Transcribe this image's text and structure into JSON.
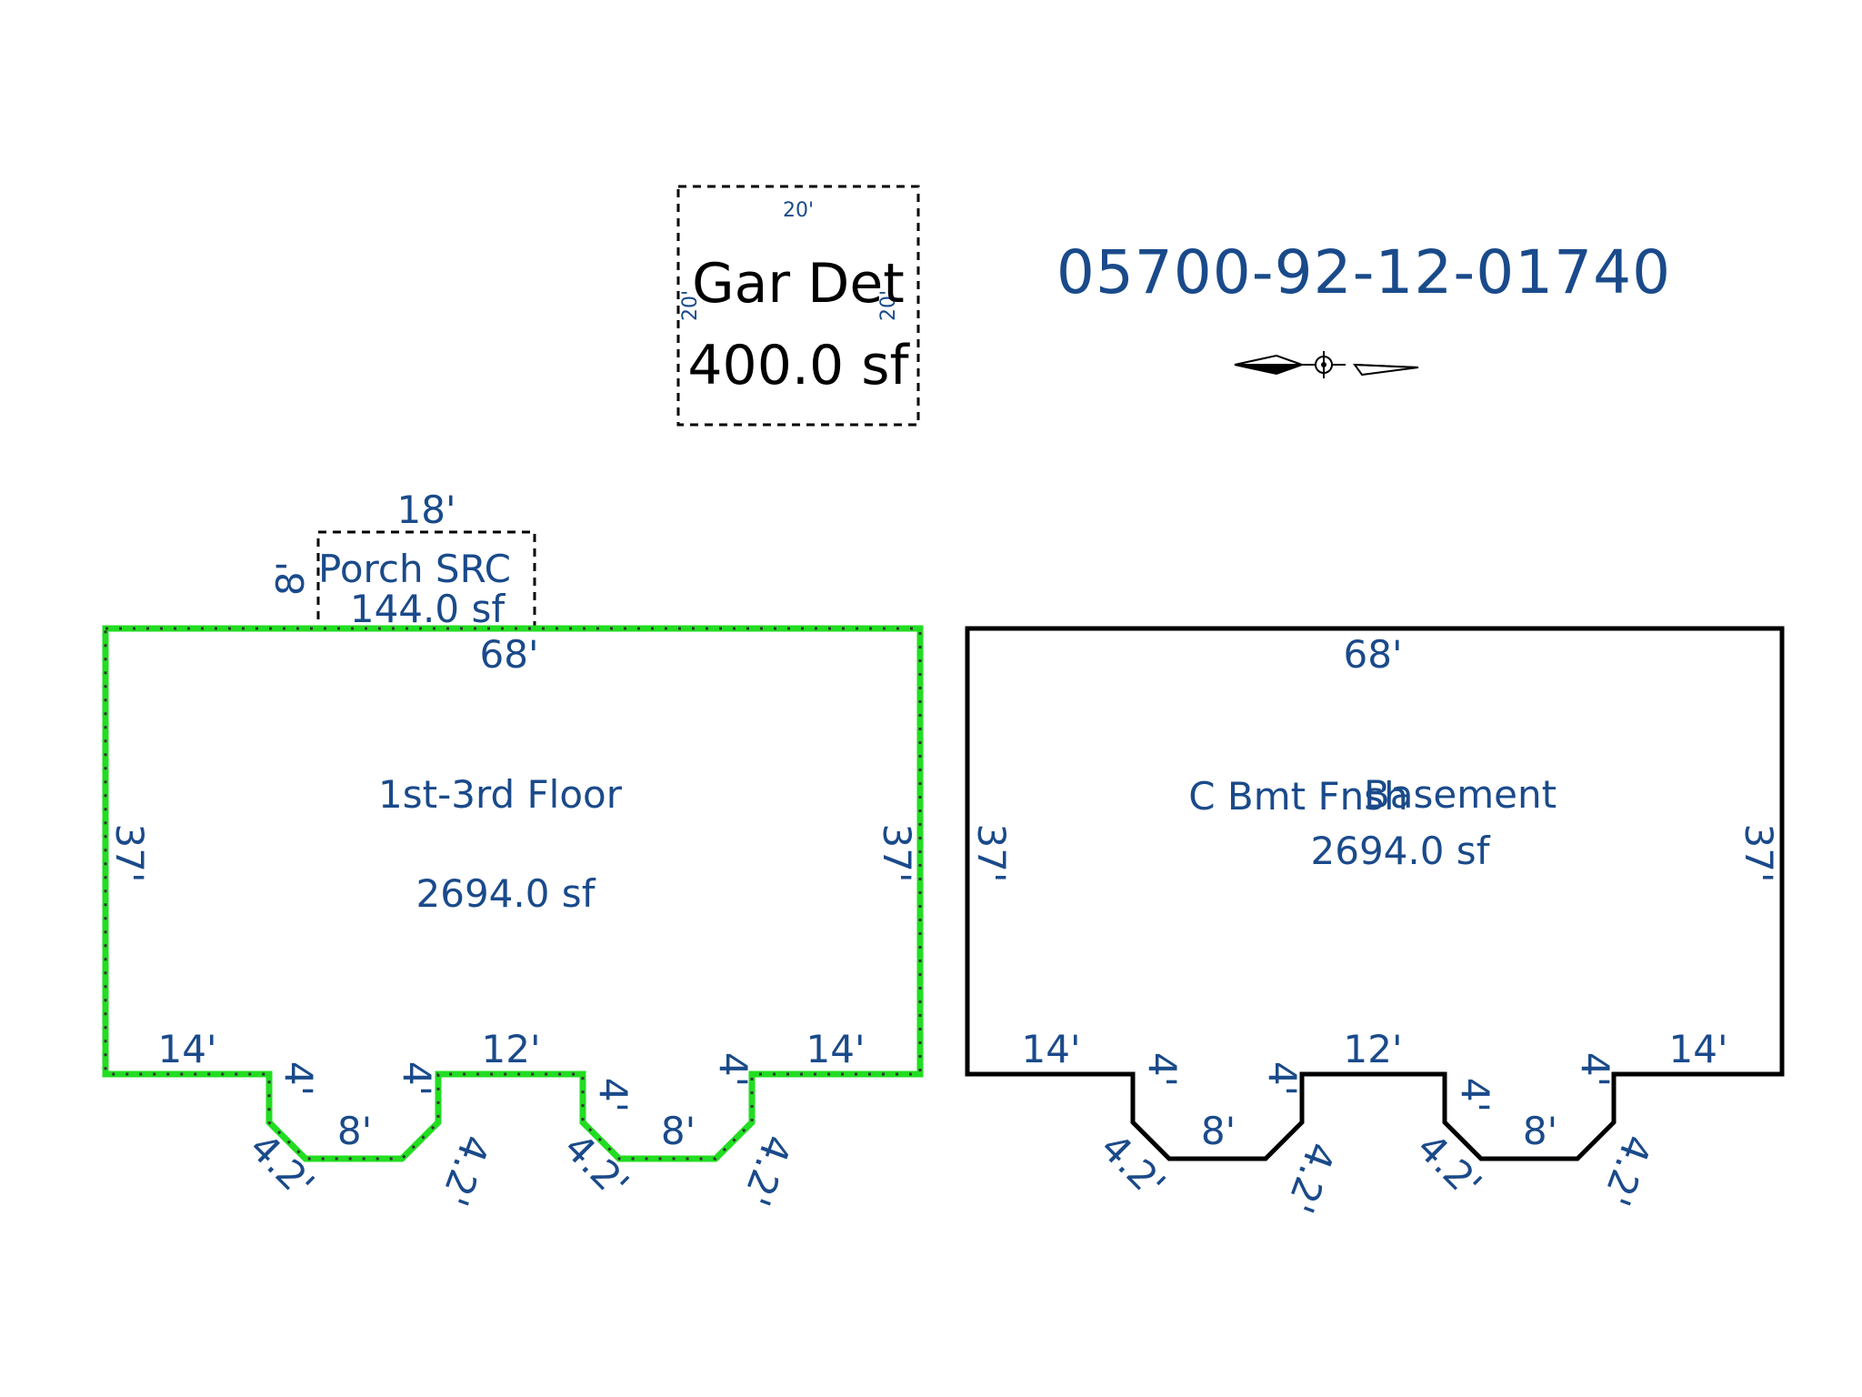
{
  "parcel_id": "05700-92-12-01740",
  "colors": {
    "label": "#1a4a8a",
    "outline": "#000000",
    "highlight": "#22dd22"
  },
  "garage": {
    "name": "Gar Det",
    "area": "400.0 sf",
    "dim_top": "20'",
    "dim_left": "20'",
    "dim_right": "20'"
  },
  "porch": {
    "name": "Porch SRC",
    "area": "144.0 sf",
    "dim_top": "18'",
    "dim_left": "8'"
  },
  "floor": {
    "name": "1st-3rd Floor",
    "area": "2694.0 sf",
    "dim_top": "68'",
    "dim_left": "37'",
    "dim_right": "37'",
    "dim_bottom_left": "14'",
    "dim_bottom_mid": "12'",
    "dim_bottom_right": "14'",
    "dim_notch_depth": "4'",
    "dim_notch_bottom": "8'",
    "dim_notch_diag": "4.2'"
  },
  "basement": {
    "name_a": "C Bmt Fnsh",
    "name_b": "Basement",
    "area": "2694.0 sf",
    "dim_top": "68'",
    "dim_left": "37'",
    "dim_right": "37'",
    "dim_bottom_left": "14'",
    "dim_bottom_mid": "12'",
    "dim_bottom_right": "14'",
    "dim_notch_depth": "4'",
    "dim_notch_bottom": "8'",
    "dim_notch_diag": "4.2'"
  },
  "compass_icon": "north-arrow-icon"
}
